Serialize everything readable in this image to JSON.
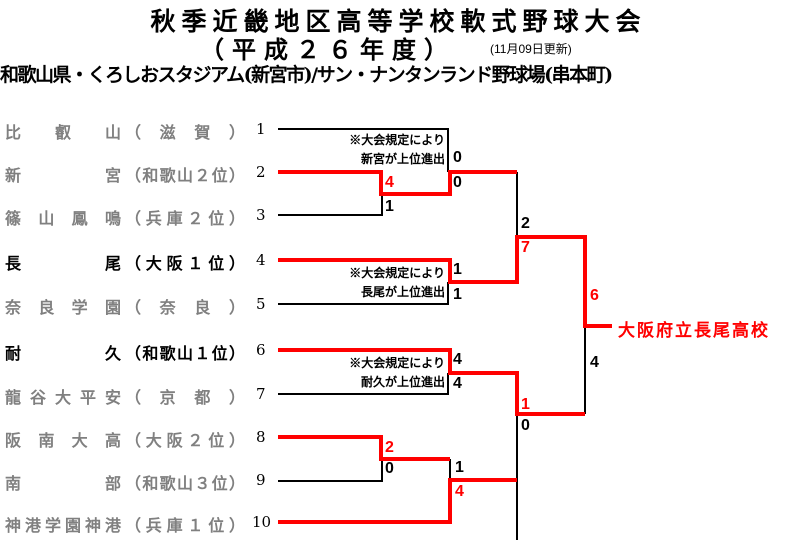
{
  "header": {
    "title": "秋季近畿地区高等学校軟式野球大会",
    "subtitle": "（平成２６年度）",
    "updated": "(11月09日更新)",
    "venue": "和歌山県・くろしおスタジアム(新宮市)/サン・ナンタンランド野球場(串本町)"
  },
  "teams": [
    {
      "seed": "1",
      "name": "比叡山",
      "region": "（滋賀）"
    },
    {
      "seed": "2",
      "name": "新宮",
      "region": "（和歌山２位）"
    },
    {
      "seed": "3",
      "name": "篠山鳳鳴",
      "region": "（兵庫２位）"
    },
    {
      "seed": "4",
      "name": "長尾",
      "region": "（大阪１位）"
    },
    {
      "seed": "5",
      "name": "奈良学園",
      "region": "（奈良）"
    },
    {
      "seed": "6",
      "name": "耐久",
      "region": "（和歌山１位）"
    },
    {
      "seed": "7",
      "name": "龍谷大平安",
      "region": "（京都）"
    },
    {
      "seed": "8",
      "name": "阪南大高",
      "region": "（大阪２位）"
    },
    {
      "seed": "9",
      "name": "南部",
      "region": "（和歌山３位）"
    },
    {
      "seed": "10",
      "name": "神港学園神港",
      "region": "（兵庫１位）"
    }
  ],
  "notes": [
    {
      "line1": "※大会規定により",
      "line2": "新宮が上位進出"
    },
    {
      "line1": "※大会規定により",
      "line2": "長尾が上位進出"
    },
    {
      "line1": "※大会規定により",
      "line2": "耐久が上位進出"
    }
  ],
  "scores": {
    "m1_shingu": "4",
    "m1_sasayama": "1",
    "m2_hieizan": "0",
    "m2_shingu": "0",
    "m3_nagao": "1",
    "m3_nara": "1",
    "m4_taikyu": "4",
    "m4_ryukoku": "4",
    "m5_hannan": "2",
    "m5_nanbu": "0",
    "m6_hannan": "1",
    "m6_shinko": "4",
    "sf1_shingu": "2",
    "sf1_nagao": "7",
    "sf2_taikyu": "1",
    "sf2_shinko": "0",
    "f_nagao": "6",
    "f_taikyu": "4"
  },
  "winner": "大阪府立長尾高校",
  "colors": {
    "win_line": "#ff0000",
    "lose_line": "#000000",
    "loser_text": "#808080"
  }
}
